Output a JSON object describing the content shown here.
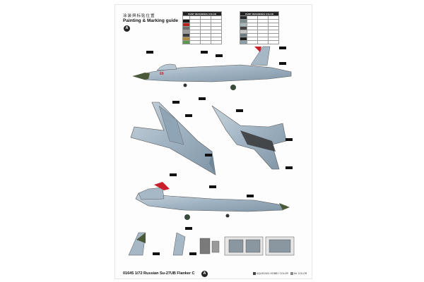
{
  "sheet": {
    "title_cn": "涂装與标贴位置",
    "title_en": "Painting & Marking guide",
    "section_letter": "A",
    "footer_text": "01645 1/72 Russian Su-27UB Flanker C",
    "footer_letter": "A",
    "legend_aqueous": "AQUEOUS/ HOBBY COLOR",
    "legend_mr": "Mr. COLOR"
  },
  "tables": [
    {
      "header": "PAINT REFERENCE COLOR",
      "rows": [
        "",
        "",
        "",
        "",
        "",
        "",
        "",
        ""
      ],
      "swatches": [
        "#ffffff",
        "#1a1a1a",
        "#c21b1b",
        "#6e6e6e",
        "#9a9a9a",
        "#3a3a3a",
        "#b08a3e",
        "#5a9a4e"
      ]
    },
    {
      "header": "PAINT REFERENCE COLOR",
      "rows": [
        "",
        "",
        "",
        "",
        "",
        "",
        "",
        ""
      ],
      "swatches": [
        "#2a2a2a",
        "#7a8c8c",
        "#a9b6bc",
        "#444444",
        "#c9c9c9",
        "#6f7d86",
        "#1e1e1e",
        "#8aa0a8"
      ]
    }
  ],
  "colors": {
    "camo_light": "#c8d4dc",
    "camo_mid": "#9fb2c2",
    "camo_dark": "#6f8799",
    "radome": "#4a5a38",
    "star_red": "#c8202a",
    "callout_box": "#111111"
  }
}
